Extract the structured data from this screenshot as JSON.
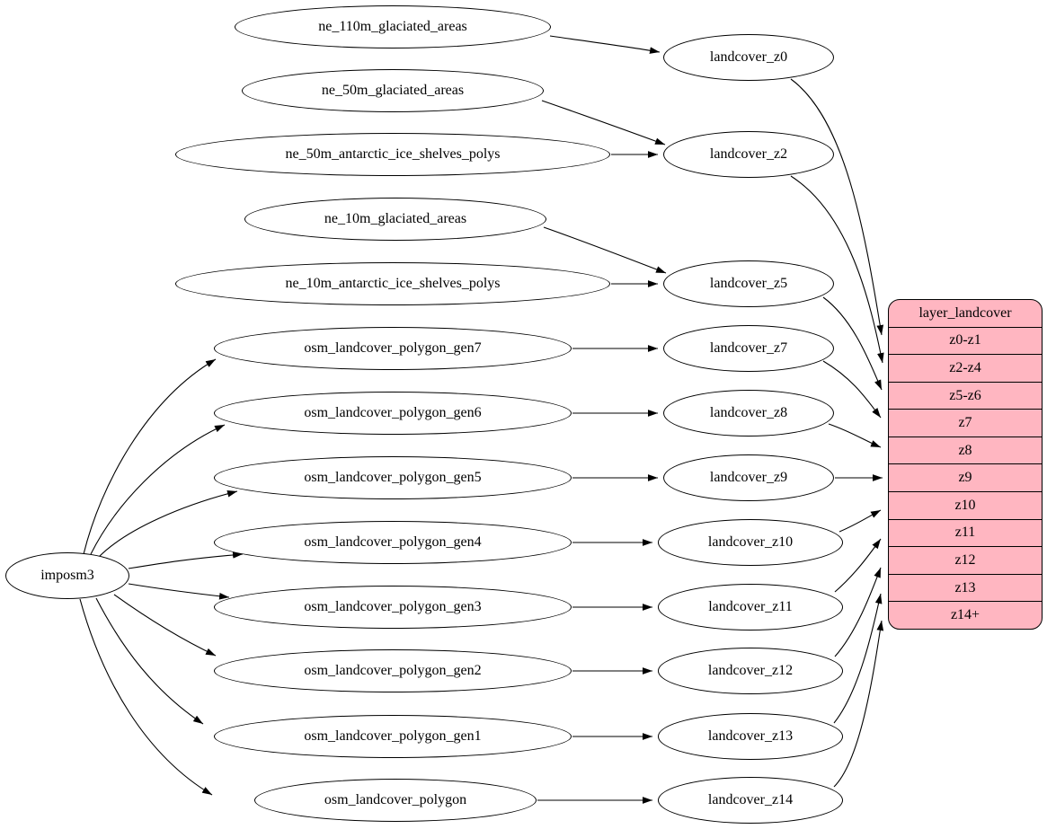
{
  "diagram": {
    "type": "graphviz-dependency-graph",
    "background_color": "#ffffff",
    "edge_color": "#000000",
    "node_fill_color": "#ffffff",
    "node_border_color": "#000000",
    "record_fill_color": "#ffb6c1"
  },
  "nodes": {
    "imposm3": "imposm3",
    "ne_110m_glaciated_areas": "ne_110m_glaciated_areas",
    "ne_50m_glaciated_areas": "ne_50m_glaciated_areas",
    "ne_50m_antarctic_ice_shelves_polys": "ne_50m_antarctic_ice_shelves_polys",
    "ne_10m_glaciated_areas": "ne_10m_glaciated_areas",
    "ne_10m_antarctic_ice_shelves_polys": "ne_10m_antarctic_ice_shelves_polys",
    "osm_landcover_polygon_gen7": "osm_landcover_polygon_gen7",
    "osm_landcover_polygon_gen6": "osm_landcover_polygon_gen6",
    "osm_landcover_polygon_gen5": "osm_landcover_polygon_gen5",
    "osm_landcover_polygon_gen4": "osm_landcover_polygon_gen4",
    "osm_landcover_polygon_gen3": "osm_landcover_polygon_gen3",
    "osm_landcover_polygon_gen2": "osm_landcover_polygon_gen2",
    "osm_landcover_polygon_gen1": "osm_landcover_polygon_gen1",
    "osm_landcover_polygon": "osm_landcover_polygon",
    "landcover_z0": "landcover_z0",
    "landcover_z2": "landcover_z2",
    "landcover_z5": "landcover_z5",
    "landcover_z7": "landcover_z7",
    "landcover_z8": "landcover_z8",
    "landcover_z9": "landcover_z9",
    "landcover_z10": "landcover_z10",
    "landcover_z11": "landcover_z11",
    "landcover_z12": "landcover_z12",
    "landcover_z13": "landcover_z13",
    "landcover_z14": "landcover_z14"
  },
  "record": {
    "title": "layer_landcover",
    "rows": [
      "z0-z1",
      "z2-z4",
      "z5-z6",
      "z7",
      "z8",
      "z9",
      "z10",
      "z11",
      "z12",
      "z13",
      "z14+"
    ]
  },
  "edges": [
    {
      "from": "imposm3",
      "to": "osm_landcover_polygon_gen7"
    },
    {
      "from": "imposm3",
      "to": "osm_landcover_polygon_gen6"
    },
    {
      "from": "imposm3",
      "to": "osm_landcover_polygon_gen5"
    },
    {
      "from": "imposm3",
      "to": "osm_landcover_polygon_gen4"
    },
    {
      "from": "imposm3",
      "to": "osm_landcover_polygon_gen3"
    },
    {
      "from": "imposm3",
      "to": "osm_landcover_polygon_gen2"
    },
    {
      "from": "imposm3",
      "to": "osm_landcover_polygon_gen1"
    },
    {
      "from": "imposm3",
      "to": "osm_landcover_polygon"
    },
    {
      "from": "ne_110m_glaciated_areas",
      "to": "landcover_z0"
    },
    {
      "from": "ne_50m_glaciated_areas",
      "to": "landcover_z2"
    },
    {
      "from": "ne_50m_antarctic_ice_shelves_polys",
      "to": "landcover_z2"
    },
    {
      "from": "ne_10m_glaciated_areas",
      "to": "landcover_z5"
    },
    {
      "from": "ne_10m_antarctic_ice_shelves_polys",
      "to": "landcover_z5"
    },
    {
      "from": "osm_landcover_polygon_gen7",
      "to": "landcover_z7"
    },
    {
      "from": "osm_landcover_polygon_gen6",
      "to": "landcover_z8"
    },
    {
      "from": "osm_landcover_polygon_gen5",
      "to": "landcover_z9"
    },
    {
      "from": "osm_landcover_polygon_gen4",
      "to": "landcover_z10"
    },
    {
      "from": "osm_landcover_polygon_gen3",
      "to": "landcover_z11"
    },
    {
      "from": "osm_landcover_polygon_gen2",
      "to": "landcover_z12"
    },
    {
      "from": "osm_landcover_polygon_gen1",
      "to": "landcover_z13"
    },
    {
      "from": "osm_landcover_polygon",
      "to": "landcover_z14"
    },
    {
      "from": "landcover_z0",
      "to": "layer_landcover:z0-z1"
    },
    {
      "from": "landcover_z2",
      "to": "layer_landcover:z2-z4"
    },
    {
      "from": "landcover_z5",
      "to": "layer_landcover:z5-z6"
    },
    {
      "from": "landcover_z7",
      "to": "layer_landcover:z7"
    },
    {
      "from": "landcover_z8",
      "to": "layer_landcover:z8"
    },
    {
      "from": "landcover_z9",
      "to": "layer_landcover:z9"
    },
    {
      "from": "landcover_z10",
      "to": "layer_landcover:z10"
    },
    {
      "from": "landcover_z11",
      "to": "layer_landcover:z11"
    },
    {
      "from": "landcover_z12",
      "to": "layer_landcover:z12"
    },
    {
      "from": "landcover_z13",
      "to": "layer_landcover:z13"
    },
    {
      "from": "landcover_z14",
      "to": "layer_landcover:z14+"
    }
  ]
}
